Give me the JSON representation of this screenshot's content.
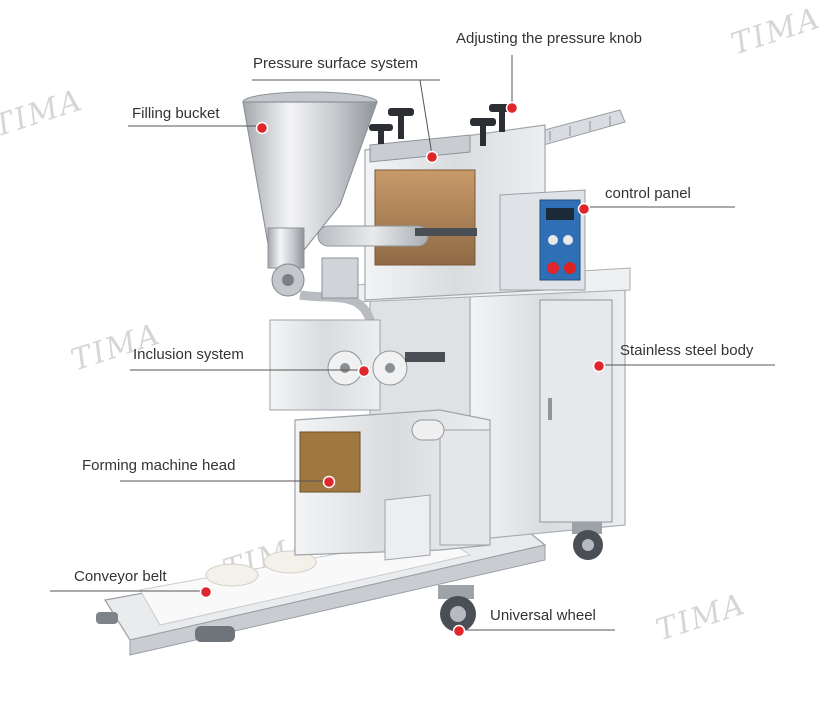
{
  "labels": {
    "adjusting_knob": "Adjusting the pressure knob",
    "pressure_surface": "Pressure surface system",
    "filling_bucket": "Filling bucket",
    "control_panel": "control panel",
    "inclusion_system": "Inclusion system",
    "stainless_body": "Stainless steel body",
    "forming_head": "Forming machine head",
    "conveyor_belt": "Conveyor belt",
    "universal_wheel": "Universal wheel"
  },
  "watermark": "TIMA",
  "colors": {
    "marker": "#e0252b",
    "leader": "#555555",
    "steel": "#cfd2d6",
    "panel_blue": "#2f6fb5"
  }
}
